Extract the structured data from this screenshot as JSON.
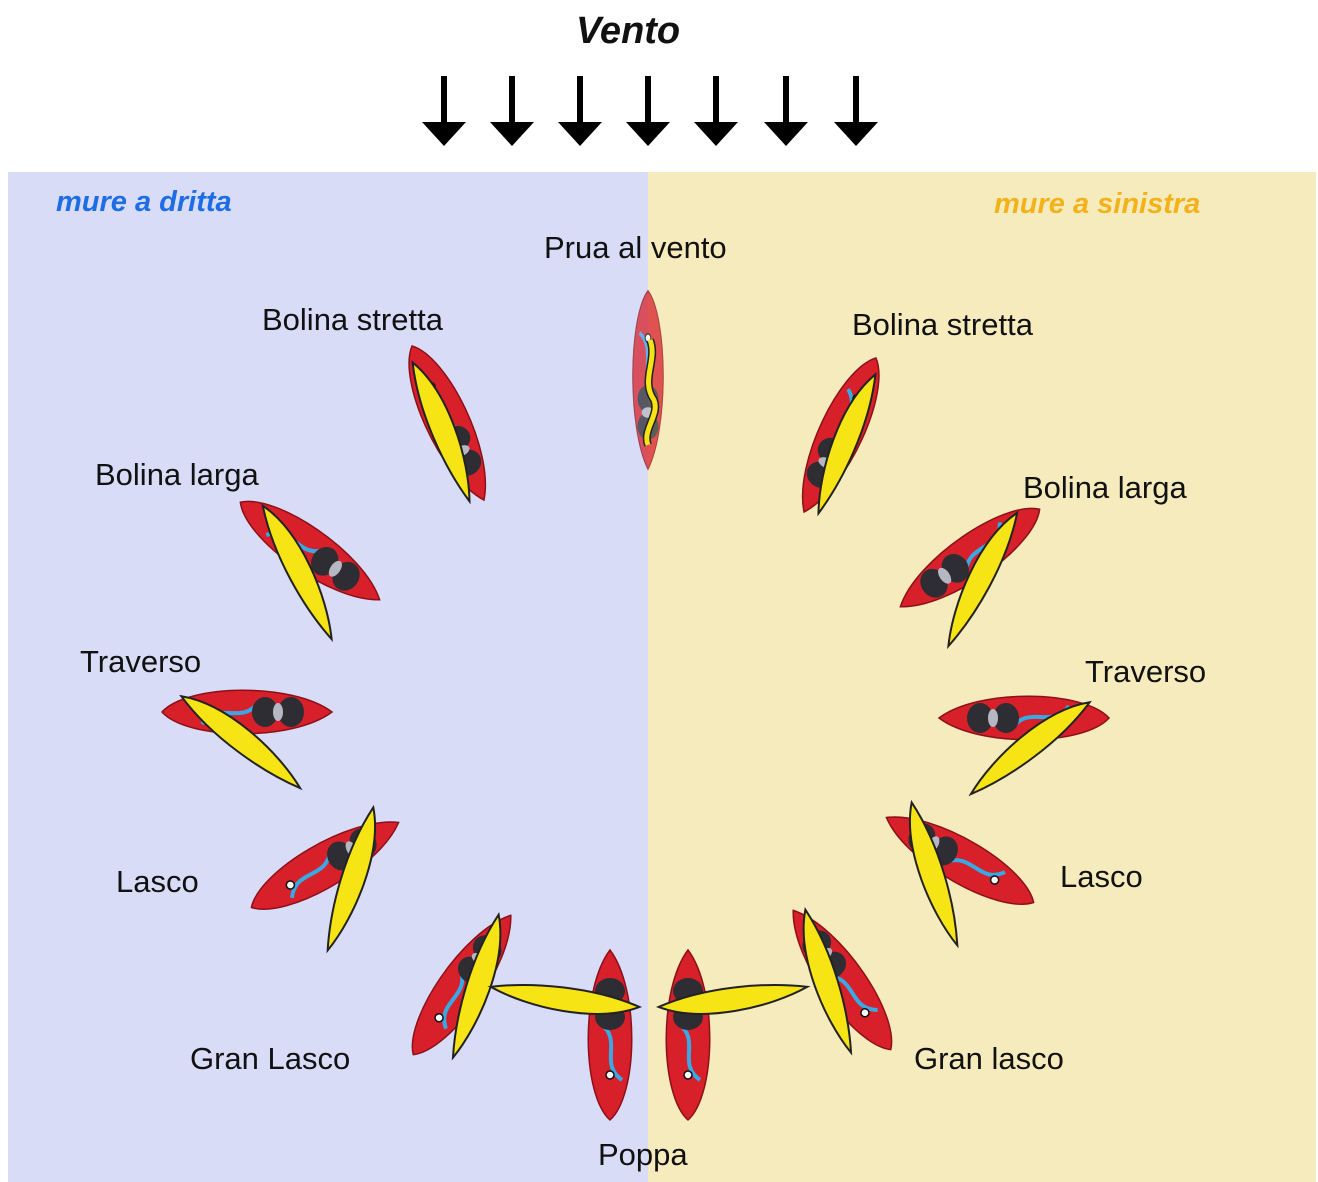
{
  "title": "Vento",
  "tacks": {
    "left": "mure a dritta",
    "right": "mure a sinistra"
  },
  "points": {
    "prua": "Prua al vento",
    "bolina_stretta_left": "Bolina stretta",
    "bolina_stretta_right": "Bolina stretta",
    "bolina_larga_left": "Bolina larga",
    "bolina_larga_right": "Bolina larga",
    "traverso_left": "Traverso",
    "traverso_right": "Traverso",
    "lasco_left": "Lasco",
    "lasco_right": "Lasco",
    "gran_lasco_left": "Gran Lasco",
    "gran_lasco_right": "Gran lasco",
    "poppa": "Poppa"
  },
  "colors": {
    "left_panel": "#d8dcf7",
    "right_panel": "#f6ebbd",
    "left_tack_text": "#1d6ee6",
    "right_tack_text": "#f4b21a",
    "board_red": "#d8202b",
    "sail_yellow": "#f7e414"
  },
  "icons": [
    "down-arrow-icon",
    "windsurf-board-icon",
    "sail-icon"
  ]
}
